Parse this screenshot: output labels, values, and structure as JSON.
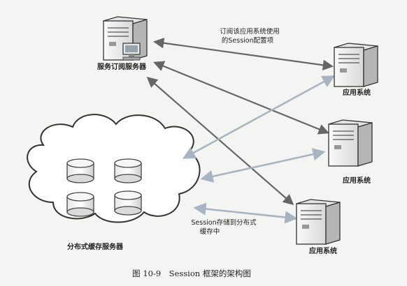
{
  "diagram": {
    "nodes": {
      "subscription_server": {
        "label": "服务订阅服务器"
      },
      "app_system_1": {
        "label": "应用系统"
      },
      "app_system_2": {
        "label": "应用系统"
      },
      "app_system_3": {
        "label": "应用系统"
      },
      "distributed_cache": {
        "label": "分布式缓存服务器"
      }
    },
    "edge_labels": {
      "subscribe_config_line1": "订阅该应用系统使用",
      "subscribe_config_line2": "的Session配置项",
      "session_store_line1": "Session存储到分布式",
      "session_store_line2": "缓存中"
    },
    "caption": "图 10-9　Session 框架的架构图"
  },
  "colors": {
    "background": "#f4f4f2",
    "arrow_dark": "#666666",
    "arrow_light": "#a9b4c2",
    "server_face": "#f2f2f2",
    "server_shade": "#b5b5b5",
    "outline": "#333333",
    "cloud_fill": "#ffffff"
  }
}
